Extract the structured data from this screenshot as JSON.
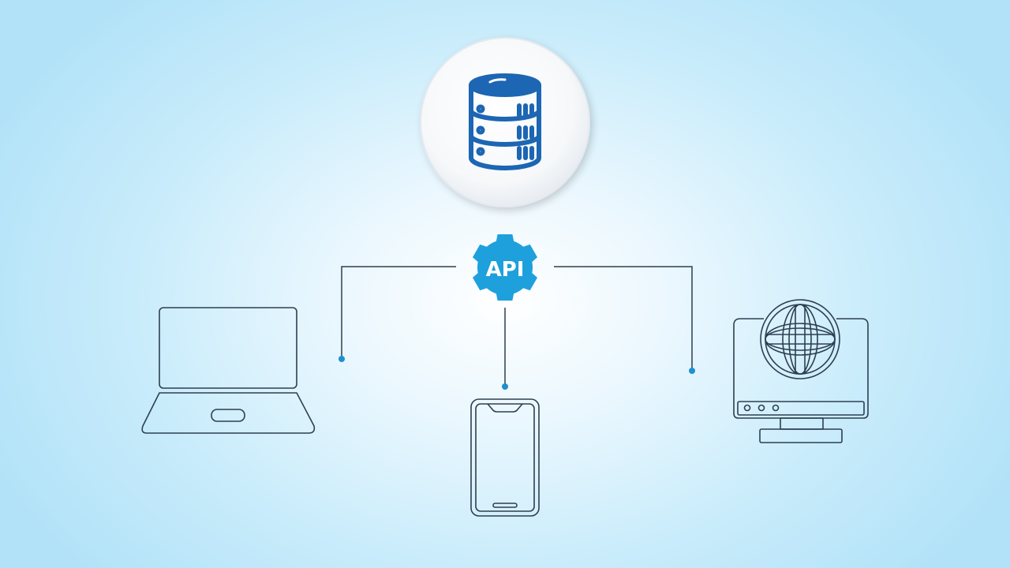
{
  "diagram": {
    "hub_label": "API",
    "nodes": [
      {
        "id": "database",
        "icon": "database-server-icon"
      },
      {
        "id": "api",
        "icon": "api-gear-icon"
      },
      {
        "id": "laptop",
        "icon": "laptop-icon"
      },
      {
        "id": "smartphone",
        "icon": "smartphone-icon"
      },
      {
        "id": "web-desktop",
        "icon": "globe-monitor-icon"
      }
    ],
    "edges": [
      {
        "from": "api",
        "to": "laptop"
      },
      {
        "from": "api",
        "to": "smartphone"
      },
      {
        "from": "api",
        "to": "web-desktop"
      }
    ]
  },
  "colors": {
    "database_blue": "#1c66b3",
    "api_blue": "#1ea0dc",
    "connector_dot": "#1e90cf",
    "line_dark": "#2d3f52",
    "bg_light": "#eaf7fe",
    "bg_edge": "#b2e2f8"
  }
}
